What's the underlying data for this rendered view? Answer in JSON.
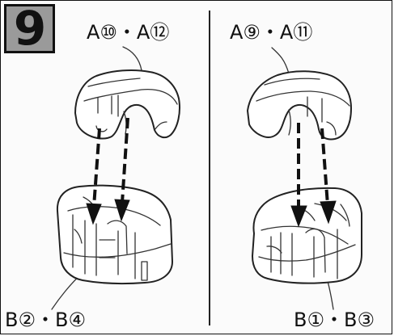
{
  "step": {
    "number": "9"
  },
  "labels": {
    "top_left": "A⑩・A⑫",
    "top_right": "A⑨・A⑪",
    "bottom_left": "B②・B④",
    "bottom_right": "B①・B③"
  },
  "icons": {
    "step_marker": "square-step-icon",
    "left_top_part": "part-top-left-icon",
    "right_top_part": "part-top-right-icon",
    "left_base_part": "part-base-left-icon",
    "right_base_part": "part-base-right-icon",
    "arrows": "dashed-down-arrow-icon"
  },
  "colors": {
    "ink": "#111111",
    "step_fill": "#9a9a9a",
    "paper": "#fbfbfb"
  }
}
